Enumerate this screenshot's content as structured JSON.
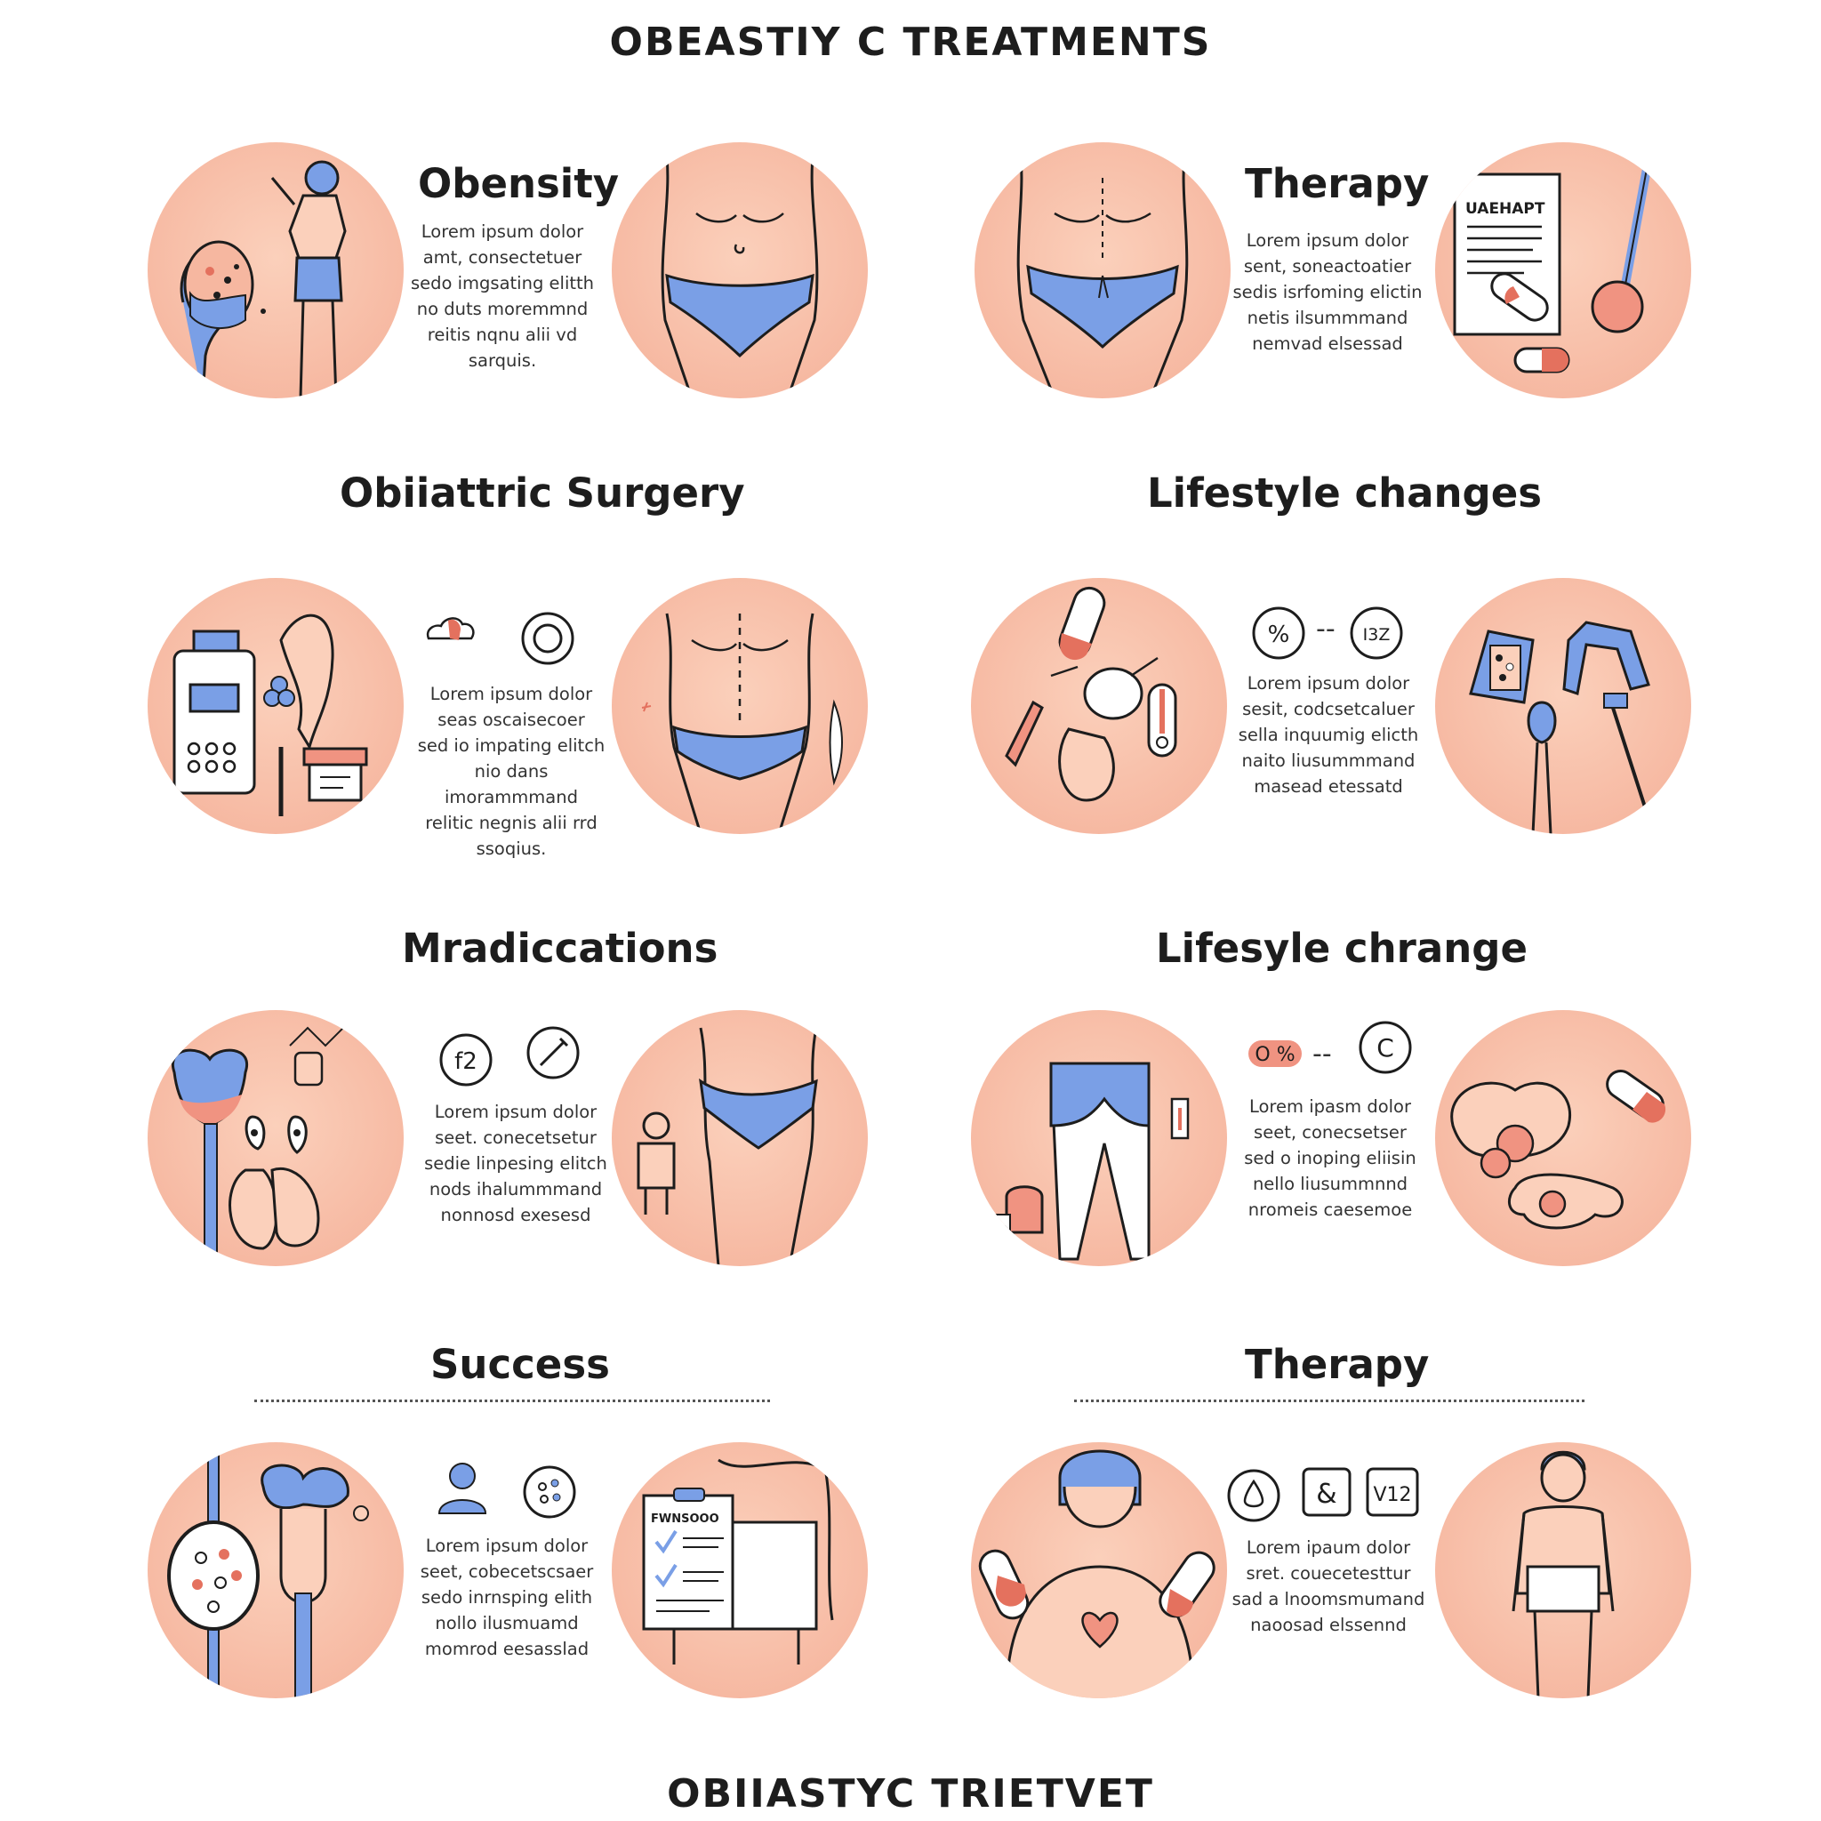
{
  "title": "OBEASTIY C TREATMENTS",
  "footer": "OBIIASTYC TRIETVET",
  "sections": [
    {
      "heading": "Obensity",
      "text": [
        "Lorem ipsum dolor",
        "amt, consectetuer",
        "sedo imgsating elitth",
        "no duts moremmnd",
        "reitis nqnu alii vd",
        "sarquis."
      ]
    },
    {
      "heading": "Therapy",
      "text": [
        "Lorem ipsum dolor",
        "sent, soneactoatier",
        "sedis isrfoming elictin",
        "netis ilsummmand",
        "nemvad elsessad"
      ],
      "paper_label": "UAEHAPT"
    },
    {
      "heading": "Obiiattric Surgery",
      "text": [
        "Lorem ipsum dolor",
        "seas oscaisecoer",
        "sed io impating elitch",
        "nio dans imorammmand",
        "relitic negnis alii rrd",
        "ssoqius."
      ]
    },
    {
      "heading": "Lifestyle changes",
      "text": [
        "Lorem ipsum dolor",
        "sesit, codcsetcaluer",
        "sella inquumig elicth",
        "naito liusummmand",
        "masead etessatd"
      ],
      "icons": [
        "%",
        "I3Z"
      ]
    },
    {
      "heading": "Mradiccations",
      "text": [
        "Lorem ipsum dolor",
        "seet. conecetsetur",
        "sedie linpesing elitch",
        "nods ihalummmand",
        "nonnosd exesesd"
      ],
      "icons": [
        "f2"
      ]
    },
    {
      "heading": "Lifesyle chrange",
      "text": [
        "Lorem ipasm dolor",
        "seet, conecsetser",
        "sed o inoping eliisin",
        "nello liusummnnd",
        "nromeis caesemoe"
      ],
      "icons": [
        "O %",
        "C"
      ]
    },
    {
      "heading": "Success",
      "text": [
        "Lorem ipsum dolor",
        "seet, cobecetscsaer",
        "sedo inrnsping elith",
        "nollo ilusmuamd",
        "momrod eesasslad"
      ],
      "clipboard_label": "FWNSOOO"
    },
    {
      "heading": "Therapy",
      "text": [
        "Lorem ipaum dolor",
        "sret. couecetesttur",
        "sad a lnoomsmumand",
        "naoosad elssennd"
      ],
      "icons": [
        "&",
        "V12"
      ]
    }
  ],
  "colors": {
    "circle": "#f6b7a0",
    "accent_blue": "#7a9fe6",
    "accent_red": "#e4715e",
    "line": "#1d1d1d"
  }
}
